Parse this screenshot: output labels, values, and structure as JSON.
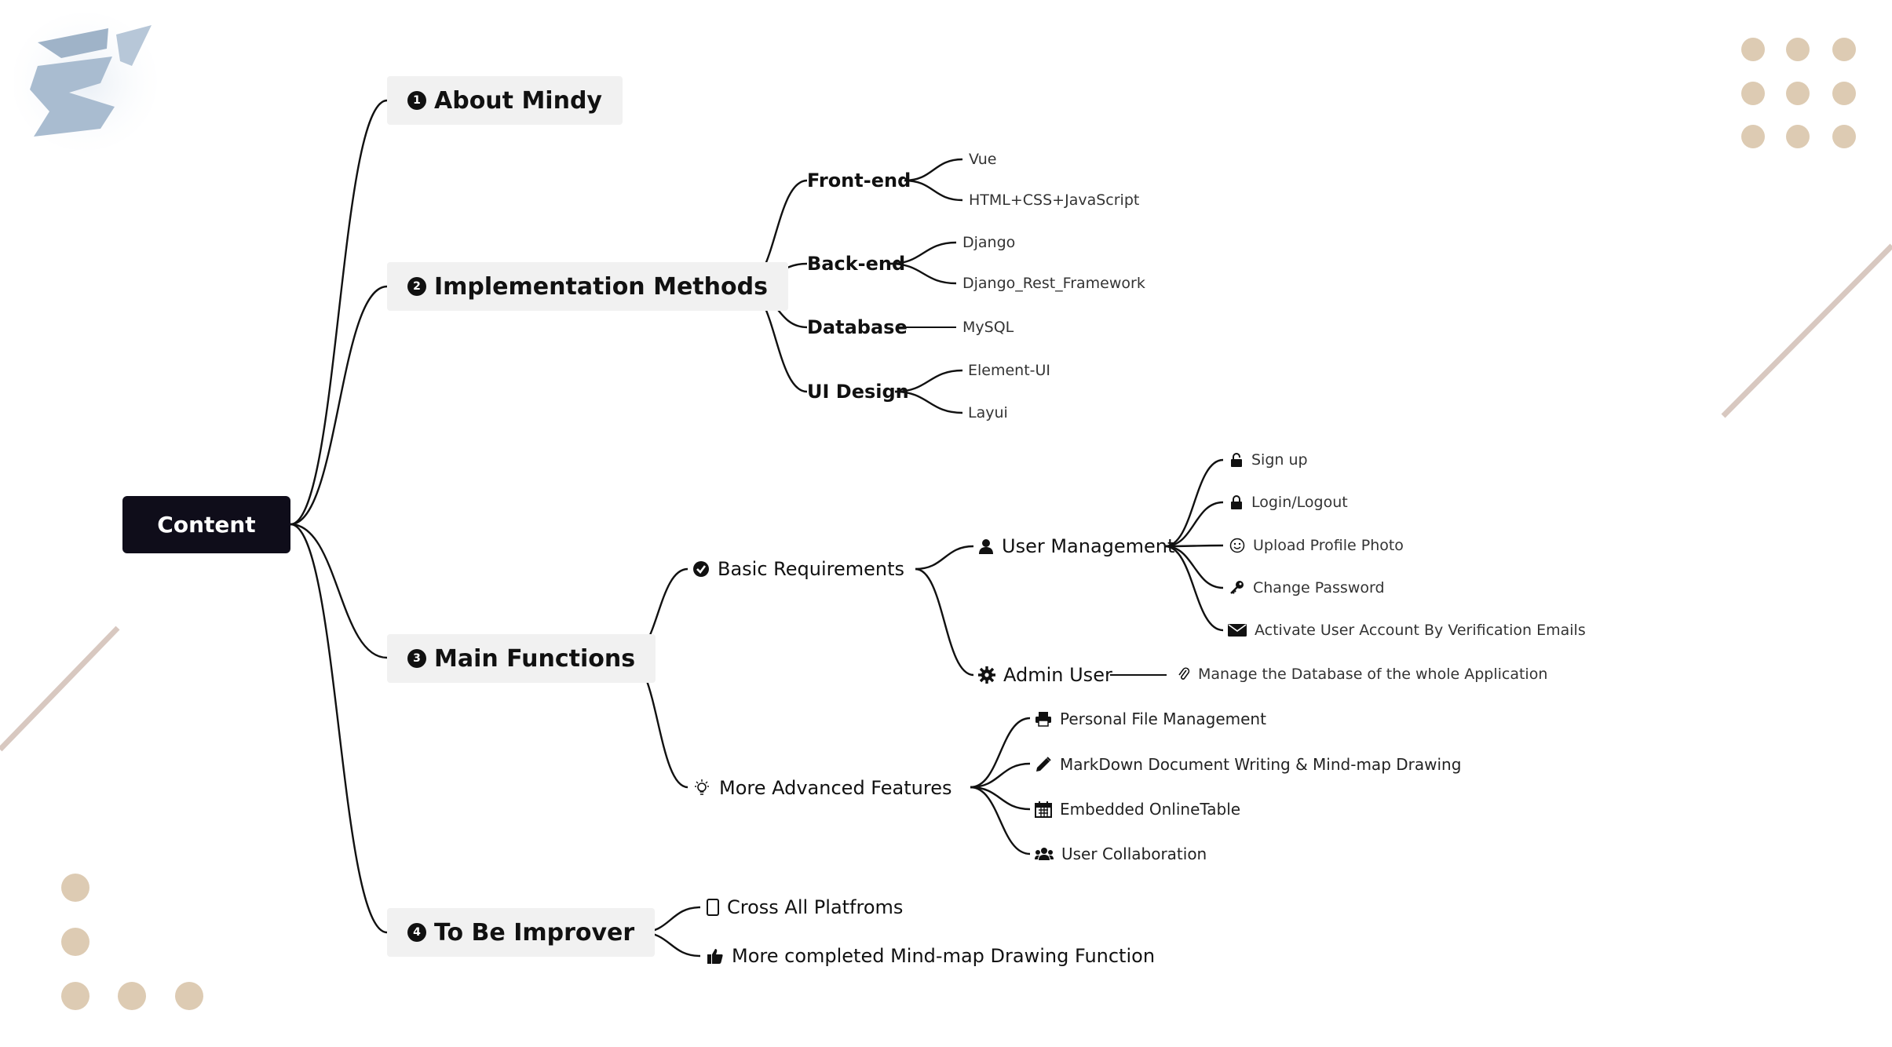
{
  "root": {
    "label": "Content"
  },
  "main": [
    {
      "num": "1",
      "label": "About Mindy"
    },
    {
      "num": "2",
      "label": "Implementation Methods"
    },
    {
      "num": "3",
      "label": "Main Functions"
    },
    {
      "num": "4",
      "label": "To Be Improver"
    }
  ],
  "impl": [
    {
      "label": "Front-end",
      "children": [
        "Vue",
        "HTML+CSS+JavaScript"
      ]
    },
    {
      "label": "Back-end",
      "children": [
        "Django",
        "Django_Rest_Framework"
      ]
    },
    {
      "label": "Database",
      "children": [
        "MySQL"
      ]
    },
    {
      "label": "UI Design",
      "children": [
        "Element-UI",
        "Layui"
      ]
    }
  ],
  "functions": {
    "basic": {
      "label": "Basic Requirements",
      "icon": "check-circle-icon"
    },
    "user_mgmt": {
      "label": "User Management",
      "icon": "user-icon",
      "children": [
        {
          "label": "Sign up",
          "icon": "lock-open-icon"
        },
        {
          "label": "Login/Logout",
          "icon": "lock-icon"
        },
        {
          "label": "Upload Profile Photo",
          "icon": "smiley-icon"
        },
        {
          "label": "Change Password",
          "icon": "key-icon"
        },
        {
          "label": "Activate User Account By Verification Emails",
          "icon": "envelope-icon"
        }
      ]
    },
    "admin": {
      "label": "Admin User",
      "icon": "gear-icon",
      "child": {
        "label": "Manage the Database of the whole Application",
        "icon": "paperclip-icon"
      }
    },
    "advanced": {
      "label": "More Advanced Features",
      "icon": "lightbulb-icon",
      "children": [
        {
          "label": "Personal File Management",
          "icon": "printer-icon"
        },
        {
          "label": "MarkDown Document Writing & Mind-map Drawing",
          "icon": "pencil-icon"
        },
        {
          "label": "Embedded OnlineTable",
          "icon": "calendar-icon"
        },
        {
          "label": "User Collaboration",
          "icon": "users-icon"
        }
      ]
    }
  },
  "improve": [
    {
      "label": "Cross All Platfroms",
      "icon": "tablet-icon"
    },
    {
      "label": "More completed Mind-map Drawing Function",
      "icon": "thumbs-up-icon"
    }
  ],
  "colors": {
    "root_bg": "#0f0d1a",
    "main_bg": "#f1f1f1",
    "dot": "#ddcbb3",
    "line": "#111111",
    "accent_line": "#d8c8c0"
  }
}
